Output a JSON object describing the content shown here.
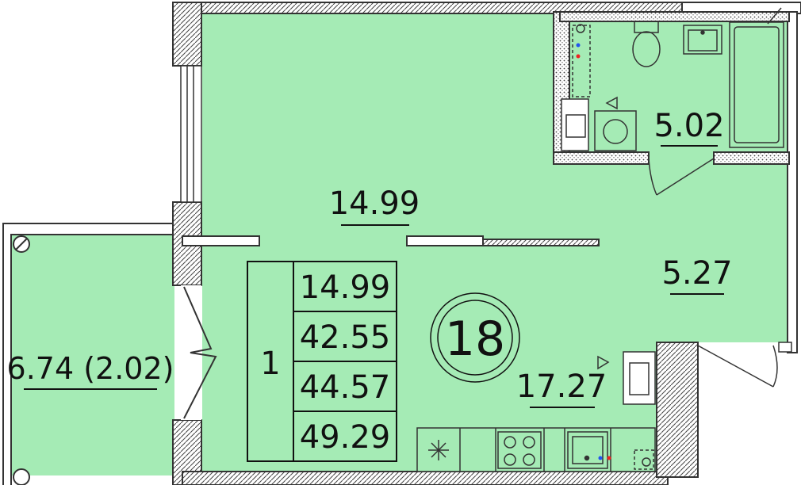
{
  "plan": {
    "apartment_number": "18",
    "rooms_count": "1",
    "summary": [
      "14.99",
      "42.55",
      "44.57",
      "49.29"
    ],
    "rooms": {
      "living_room": "14.99",
      "bathroom": "5.02",
      "hallway": "5.27",
      "kitchen": "17.27",
      "balcony": "6.74 (2.02)"
    },
    "colors": {
      "room_fill": "#a5ebb5",
      "wall": "#333333",
      "background": "#ffffff"
    }
  }
}
